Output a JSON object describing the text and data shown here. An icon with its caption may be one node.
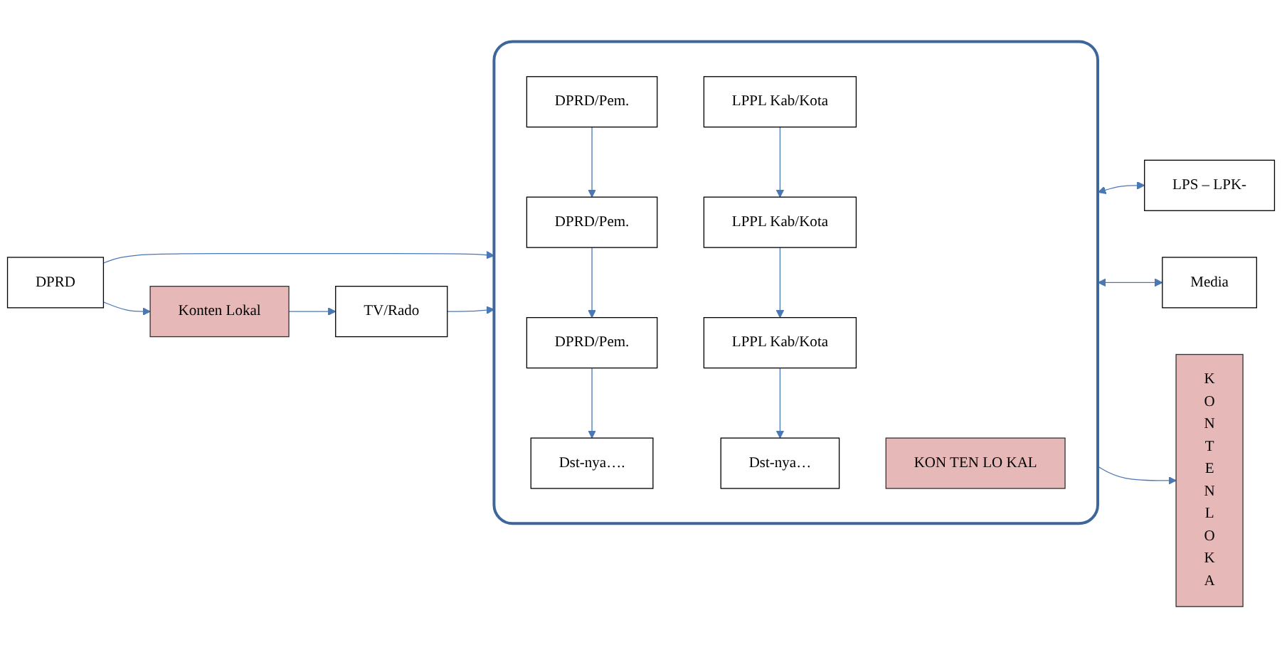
{
  "diagram": {
    "nodes": [
      {
        "text": [
          "DPRD"
        ]
      },
      {
        "text": [
          "Konten Lokal"
        ]
      },
      {
        "text": [
          "TV/Rado"
        ]
      },
      {
        "text": [],
        "shape": "box"
      },
      {
        "text": [
          "DPRD/Pem."
        ],
        "in": 3
      },
      {
        "text": [
          "DPRD/Pem."
        ],
        "in": 3
      },
      {
        "text": [
          "DPRD/Pem."
        ],
        "in": 3
      },
      {
        "text": [
          "Dst-nya…."
        ],
        "in": 3
      },
      {
        "text": [
          "KON TEN LO KAL"
        ],
        "in": 3
      },
      {
        "text": [
          "LPPL Kab/Kota"
        ],
        "in": 3
      },
      {
        "text": [
          "LPPL Kab/Kota"
        ],
        "in": 3
      },
      {
        "text": [
          "LPPL Kab/Kota"
        ],
        "in": 3
      },
      {
        "text": [
          "Dst-nya…"
        ],
        "in": 3
      },
      {
        "text": [
          "LPS – LPK-"
        ]
      },
      {
        "text": [
          "Media"
        ]
      },
      {
        "text": [
          "K O N T E N L O K A"
        ]
      }
    ],
    "edges": [
      {
        "from": 0,
        "to": 1,
        "arrow": "to"
      },
      {
        "from": 1,
        "to": 2,
        "arrow": "to"
      },
      {
        "from": 0,
        "to": 3,
        "arrow": "to"
      },
      {
        "from": 2,
        "to": 3,
        "arrow": "to"
      },
      {
        "from": 4,
        "to": 5,
        "arrow": "to"
      },
      {
        "from": 5,
        "to": 6,
        "arrow": "to"
      },
      {
        "from": 6,
        "to": 7,
        "arrow": "to"
      },
      {
        "from": 9,
        "to": 10,
        "arrow": "to"
      },
      {
        "from": 10,
        "to": 11,
        "arrow": "to"
      },
      {
        "from": 11,
        "to": 12,
        "arrow": "to"
      },
      {
        "from": 3,
        "to": 13,
        "arrow": "both"
      },
      {
        "from": 3,
        "to": 14,
        "arrow": "both"
      },
      {
        "from": 3,
        "to": 15,
        "arrow": "to"
      }
    ]
  }
}
